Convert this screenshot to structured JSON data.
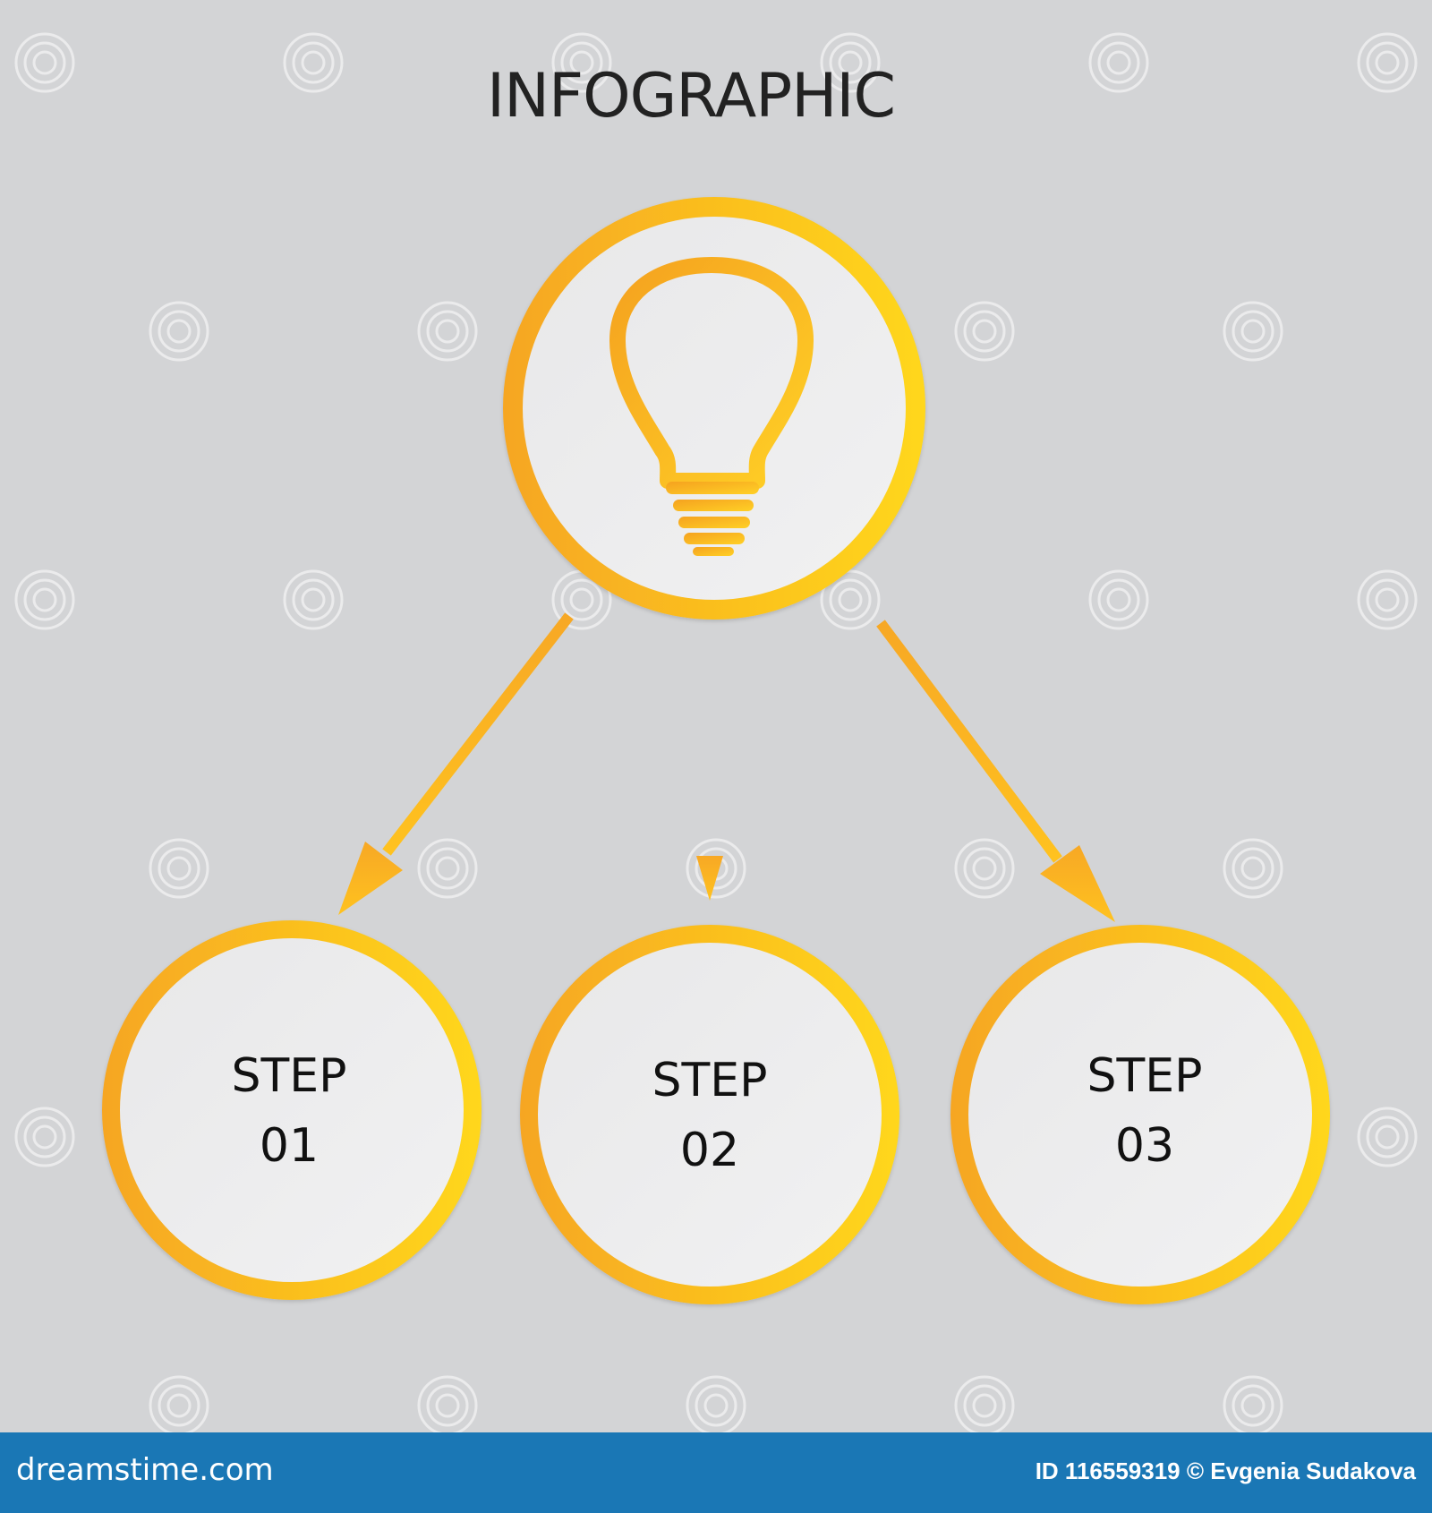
{
  "title": "INFOGRAPHIC",
  "center": {
    "icon": "lightbulb-icon"
  },
  "steps": [
    {
      "word": "STEP",
      "number": "01"
    },
    {
      "word": "STEP",
      "number": "02"
    },
    {
      "word": "STEP",
      "number": "03"
    }
  ],
  "footer": {
    "brand": "dreamstime.com",
    "credit": "ID 116559319 © Evgenia Sudakova"
  },
  "watermark": {
    "icon": "dreamstime-spiral-icon"
  },
  "colors": {
    "background": "#d3d4d6",
    "accent_orange": "#f6a623",
    "accent_yellow": "#ffd71a",
    "circle_fill": "#ebebec",
    "text": "#111111",
    "footer_bg": "#1a77b5",
    "footer_text": "#ffffff"
  }
}
